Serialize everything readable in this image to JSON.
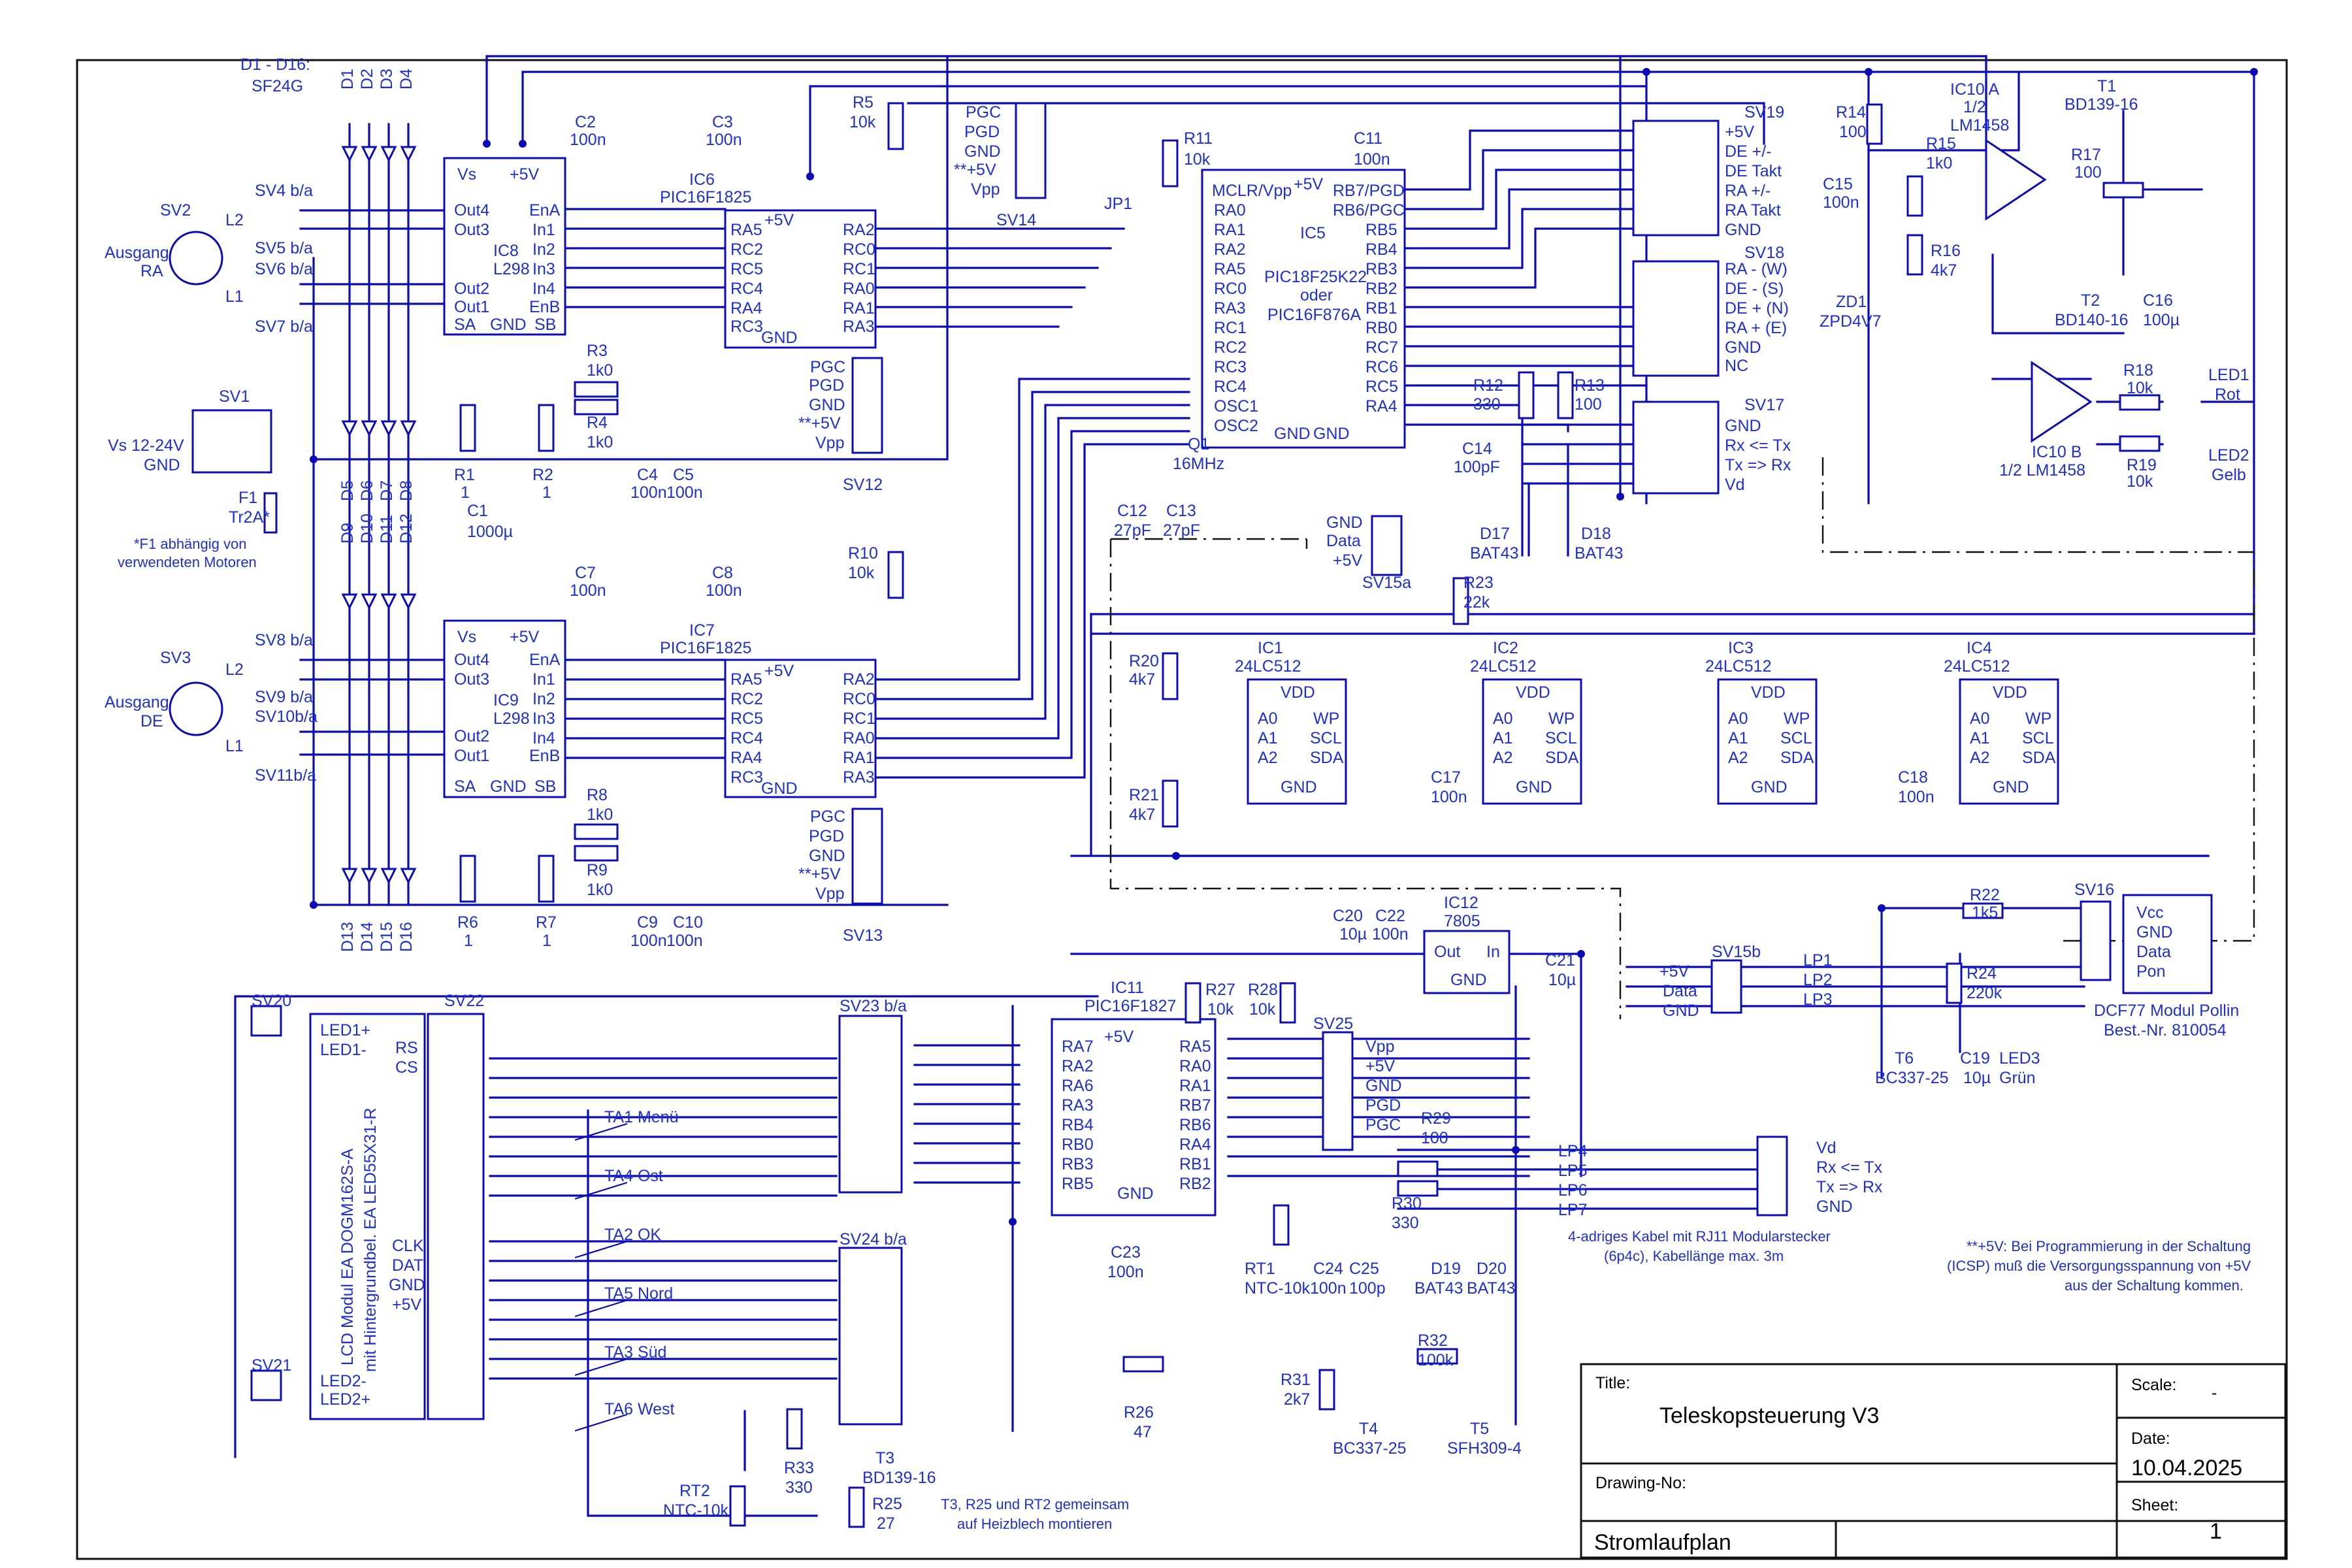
{
  "title_block": {
    "title_label": "Title:",
    "title": "Teleskopsteuerung V3",
    "drawing_no_label": "Drawing-No:",
    "drawing_type": "Stromlaufplan",
    "scale_label": "Scale:",
    "scale": "-",
    "date_label": "Date:",
    "date": "10.04.2025",
    "sheet_label": "Sheet:",
    "sheet": "1"
  },
  "notes": {
    "diodes_range": "D1 - D16:",
    "diodes_type": "SF24G",
    "fuse_note1": "*F1 abhängig von",
    "fuse_note2": "verwendeten Motoren",
    "cable1": "4-adriges Kabel mit RJ11 Modularstecker",
    "cable2": "(6p4c), Kabellänge max. 3m",
    "icsp1": "**+5V: Bei Programmierung in der Schaltung",
    "icsp2": "(ICSP) muß die Versorgungsspannung von +5V",
    "icsp3": "aus der Schaltung kommen.",
    "heat1": "T3, R25 und RT2 gemeinsam",
    "heat2": "auf Heizblech montieren",
    "supply": "Vs 12-24V",
    "gnd": "GND"
  },
  "labels": {
    "sv1": "SV1",
    "sv2": "SV2",
    "sv3": "SV3",
    "ausgang": "Ausgang",
    "ra": "RA",
    "de": "DE",
    "l1": "L1",
    "l2": "L2",
    "sv4": "SV4 b/a",
    "sv5": "SV5 b/a",
    "sv6": "SV6 b/a",
    "sv7": "SV7 b/a",
    "sv8": "SV8 b/a",
    "sv9": "SV9 b/a",
    "sv10": "SV10b/a",
    "sv11": "SV11b/a",
    "f1": "F1",
    "f1v": "Tr2A*",
    "c1": "C1",
    "c1v": "1000µ",
    "d1": "D1",
    "d2": "D2",
    "d3": "D3",
    "d4": "D4",
    "d5": "D5",
    "d6": "D6",
    "d7": "D7",
    "d8": "D8",
    "d9": "D9",
    "d10": "D10",
    "d11": "D11",
    "d12": "D12",
    "d13": "D13",
    "d14": "D14",
    "d15": "D15",
    "d16": "D16",
    "ic8": "IC8",
    "ic9": "IC9",
    "l298": "L298",
    "vs": "Vs",
    "p5v": "+5V",
    "out4": "Out4",
    "out3": "Out3",
    "out2": "Out2",
    "out1": "Out1",
    "ena": "EnA",
    "in1": "In1",
    "in2": "In2",
    "in3": "In3",
    "in4": "In4",
    "enb": "EnB",
    "sa": "SA",
    "sb": "SB",
    "gndp": "GND",
    "r1": "R1",
    "r1v": "1",
    "r2": "R2",
    "r2v": "1",
    "r3": "R3",
    "r3v": "1k0",
    "r4": "R4",
    "r4v": "1k0",
    "c4": "C4",
    "c4v": "100n",
    "c5": "C5",
    "c5v": "100n",
    "r6": "R6",
    "r6v": "1",
    "r7": "R7",
    "r7v": "1",
    "r8": "R8",
    "r8v": "1k0",
    "r9": "R9",
    "r9v": "1k0",
    "c9": "C9",
    "c9v": "100n",
    "c10": "C10",
    "c10v": "100n",
    "c2": "C2",
    "c2v": "100n",
    "c3": "C3",
    "c3v": "100n",
    "c7": "C7",
    "c7v": "100n",
    "c8": "C8",
    "c8v": "100n",
    "ic6": "IC6",
    "ic7": "IC7",
    "pic1825": "PIC16F1825",
    "ra5": "RA5",
    "rc2": "RC2",
    "rc5": "RC5",
    "rc4": "RC4",
    "ra4": "RA4",
    "rc3": "RC3",
    "ra2": "RA2",
    "rc0": "RC0",
    "rc1": "RC1",
    "ra0": "RA0",
    "ra1": "RA1",
    "ra3": "RA3",
    "r5": "R5",
    "r5v": "10k",
    "r10": "R10",
    "r10v": "10k",
    "pgc": "PGC",
    "pgd": "PGD",
    "pp5v": "**+5V",
    "vpp": "Vpp",
    "sv12": "SV12",
    "sv13": "SV13",
    "sv14": "SV14",
    "jp1": "JP1",
    "r11": "R11",
    "r11v": "10k",
    "c11": "C11",
    "c11v": "100n",
    "ic5": "IC5",
    "ic5t1": "PIC18F25K22",
    "ic5t2": "oder",
    "ic5t3": "PIC16F876A",
    "mclr": "MCLR/Vpp",
    "rb7": "RB7/PGD",
    "rb6": "RB6/PGC",
    "rb5": "RB5",
    "rb4": "RB4",
    "rb3": "RB3",
    "rb2": "RB2",
    "rb1": "RB1",
    "rb0": "RB0",
    "rc7": "RC7",
    "rc6": "RC6",
    "rc5b": "RC5",
    "rc4b": "RC4",
    "rc3b": "RC3",
    "osc1": "OSC1",
    "osc2": "OSC2",
    "q1": "Q1",
    "q1v": "16MHz",
    "c12": "C12",
    "c12v": "27pF",
    "c13": "C13",
    "c13v": "27pF",
    "r12": "R12",
    "r12v": "330",
    "r13": "R13",
    "r13v": "100",
    "c14": "C14",
    "c14v": "100pF",
    "d17": "D17",
    "d18": "D18",
    "bat43": "BAT43",
    "sv15a": "SV15a",
    "data": "Data",
    "r23": "R23",
    "r23v": "22k",
    "sv19": "SV19",
    "sv18": "SV18",
    "sv17": "SV17",
    "de_pm": "DE +/-",
    "de_takt": "DE Takt",
    "ra_pm": "RA +/-",
    "ra_takt": "RA Takt",
    "ra_w": "RA - (W)",
    "de_s": "DE - (S)",
    "de_n": "DE + (N)",
    "ra_e": "RA + (E)",
    "nc": "NC",
    "rx": "Rx <= Tx",
    "tx": "Tx => Rx",
    "vd": "Vd",
    "r14": "R14",
    "r14v": "100",
    "r15": "R15",
    "r15v": "1k0",
    "r16": "R16",
    "r16v": "4k7",
    "c15": "C15",
    "c15v": "100n",
    "zd1": "ZD1",
    "zd1v": "ZPD4V7",
    "ic10a": "IC10 A",
    "half": "1/2",
    "lm1458": "LM1458",
    "ic10b": "IC10 B",
    "lm1458h": "1/2 LM1458",
    "t1": "T1",
    "t1v": "BD139-16",
    "t2": "T2",
    "t2v": "BD140-16",
    "r17": "R17",
    "r17v": "100",
    "c16": "C16",
    "c16v": "100µ",
    "r18": "R18",
    "r18v": "10k",
    "r19": "R19",
    "r19v": "10k",
    "led1": "LED1",
    "led1c": "Rot",
    "led2": "LED2",
    "led2c": "Gelb",
    "r20": "R20",
    "r20v": "4k7",
    "r21": "R21",
    "r21v": "4k7",
    "ic1": "IC1",
    "ic2": "IC2",
    "ic3": "IC3",
    "ic4": "IC4",
    "eep": "24LC512",
    "vdd": "VDD",
    "a0": "A0",
    "a1": "A1",
    "a2": "A2",
    "wp": "WP",
    "scl": "SCL",
    "sda": "SDA",
    "c17": "C17",
    "c17v": "100n",
    "c18": "C18",
    "c18v": "100n",
    "r22": "R22",
    "r22v": "1k5",
    "sv16": "SV16",
    "vcc": "Vcc",
    "pon": "Pon",
    "dcf1": "DCF77 Modul Pollin",
    "dcf2": "Best.-Nr. 810054",
    "sv15b": "SV15b",
    "lp1": "LP1",
    "lp2": "LP2",
    "lp3": "LP3",
    "r24": "R24",
    "r24v": "220k",
    "t6": "T6",
    "t6v": "BC337-25",
    "c19": "C19",
    "c19v": "10µ",
    "led3": "LED3",
    "led3c": "Grün",
    "c20": "C20",
    "c20v": "10µ",
    "c22": "C22",
    "c22v": "100n",
    "ic12": "IC12",
    "ic12v": "7805",
    "outp": "Out",
    "inp": "In",
    "c21": "C21",
    "c21v": "10µ",
    "ic11": "IC11",
    "pic1827": "PIC16F1827",
    "ra7": "RA7",
    "ra6": "RA6",
    "rb4c": "RB4",
    "rb0c": "RB0",
    "rb3c": "RB3",
    "rb5c": "RB5",
    "rb7c": "RB7",
    "rb6c": "RB6",
    "rb1c": "RB1",
    "rb2c": "RB2",
    "r27": "R27",
    "r27v": "10k",
    "r28": "R28",
    "r28v": "10k",
    "sv25": "SV25",
    "sv20": "SV20",
    "sv21": "SV21",
    "sv22": "SV22",
    "sv23": "SV23 b/a",
    "sv24": "SV24 b/a",
    "led1p": "LED1+",
    "led1m": "LED1-",
    "led2m": "LED2-",
    "led2p": "LED2+",
    "rs": "RS",
    "cs": "CS",
    "clk": "CLK",
    "dat": "DAT",
    "lcd1": "LCD Modul EA DOGM162S-A",
    "lcd2": "mit Hintergrundbel. EA LED55X31-R",
    "ta1": "TA1 Menü",
    "ta4": "TA4 Ost",
    "ta2": "TA2 OK",
    "ta5": "TA5 Nord",
    "ta3": "TA3 Süd",
    "ta6": "TA6 West",
    "r29": "R29",
    "r29v": "100",
    "r30": "R30",
    "r30v": "330",
    "lp4": "LP4",
    "lp5": "LP5",
    "lp6": "LP6",
    "lp7": "LP7",
    "c23": "C23",
    "c23v": "100n",
    "rt1": "RT1",
    "rt1v": "NTC-10k",
    "c24": "C24",
    "c24v": "100n",
    "c25": "C25",
    "c25v": "100p",
    "d19": "D19",
    "d20": "D20",
    "r26": "R26",
    "r26v": "47",
    "r31": "R31",
    "r31v": "2k7",
    "r32": "R32",
    "r32v": "100k",
    "t4": "T4",
    "t4v": "BC337-25",
    "t5": "T5",
    "t5v": "SFH309-4",
    "t3": "T3",
    "t3v": "BD139-16",
    "r33": "R33",
    "r33v": "330",
    "r25": "R25",
    "r25v": "27",
    "rt2": "RT2",
    "rt2v": "NTC-10k"
  }
}
